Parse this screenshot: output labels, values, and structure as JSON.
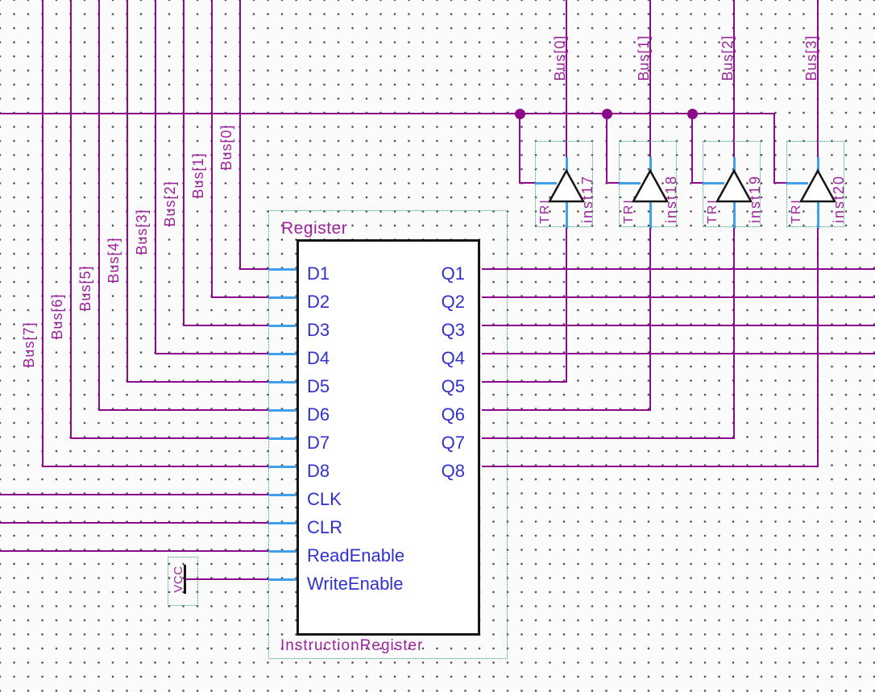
{
  "canvas": {
    "background": "#FBFBFB",
    "grid_dot_color": "#4A4A4A"
  },
  "colors": {
    "wire_purple": "#8B0A8B",
    "pin_stub_blue": "#3F9FEA",
    "selection_teal": "#2FA080",
    "label_purple": "#9E229E",
    "port_text_blue": "#3030CF",
    "component_outline": "#151515"
  },
  "register": {
    "title": "Register",
    "instance_name": "InstructionRegister",
    "left_ports": [
      "D1",
      "D2",
      "D3",
      "D4",
      "D5",
      "D6",
      "D7",
      "D8",
      "CLK",
      "CLR",
      "ReadEnable",
      "WriteEnable"
    ],
    "right_ports": [
      "Q1",
      "Q2",
      "Q3",
      "Q4",
      "Q5",
      "Q6",
      "Q7",
      "Q8"
    ]
  },
  "input_bus_labels": [
    "Bus[0]",
    "Bus[1]",
    "Bus[2]",
    "Bus[3]",
    "Bus[4]",
    "Bus[5]",
    "Bus[6]",
    "Bus[7]"
  ],
  "output_bus_labels": [
    "Bus[0]",
    "Bus[1]",
    "Bus[2]",
    "Bus[3]"
  ],
  "tristate_buffers": [
    {
      "type": "TRI",
      "instance": "inst17"
    },
    {
      "type": "TRI",
      "instance": "inst18"
    },
    {
      "type": "TRI",
      "instance": "inst19"
    },
    {
      "type": "TRI",
      "instance": "inst20"
    }
  ],
  "power": {
    "label": "VCC"
  }
}
